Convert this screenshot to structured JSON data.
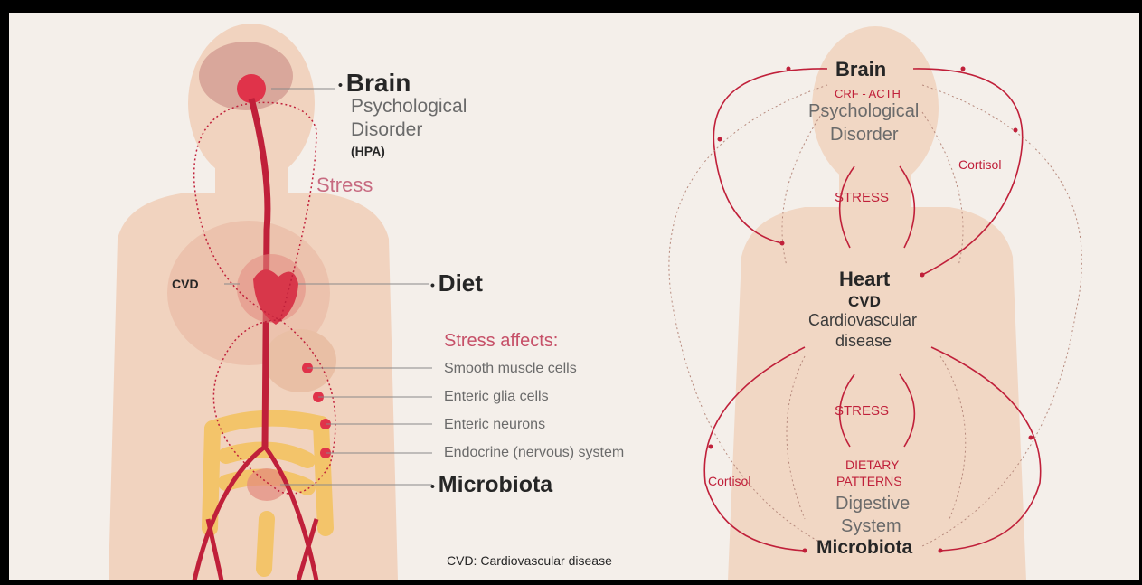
{
  "colors": {
    "background": "#f4efea",
    "skin": "#f1d3bf",
    "skin_dark": "#e9bfa5",
    "artery": "#c0203a",
    "intestine": "#f3c46a",
    "text_dark": "#262626",
    "text_gray": "#6a6a6a"
  },
  "left": {
    "brain": {
      "title": "Brain",
      "line1": "Psychological",
      "line2": "Disorder",
      "line3": "(HPA)"
    },
    "stress": "Stress",
    "cvd": "CVD",
    "diet": "Diet",
    "stress_affects": {
      "title": "Stress affects:",
      "items": [
        "Smooth muscle cells",
        "Enteric glia cells",
        "Enteric neurons",
        "Endocrine (nervous) system"
      ]
    },
    "microbiota": "Microbiota",
    "footnote": "CVD: Cardiovascular disease"
  },
  "right": {
    "brain": "Brain",
    "crf": "CRF - ACTH",
    "psych1": "Psychological",
    "psych2": "Disorder",
    "cortisol_top": "Cortisol",
    "stress_top": "STRESS",
    "heart": "Heart",
    "cvd": "CVD",
    "cardio1": "Cardiovascular",
    "cardio2": "disease",
    "stress_bottom": "STRESS",
    "dietary1": "DIETARY",
    "dietary2": "PATTERNS",
    "digestive1": "Digestive",
    "digestive2": "System",
    "microbiota": "Microbiota",
    "cortisol_bottom": "Cortisol"
  }
}
